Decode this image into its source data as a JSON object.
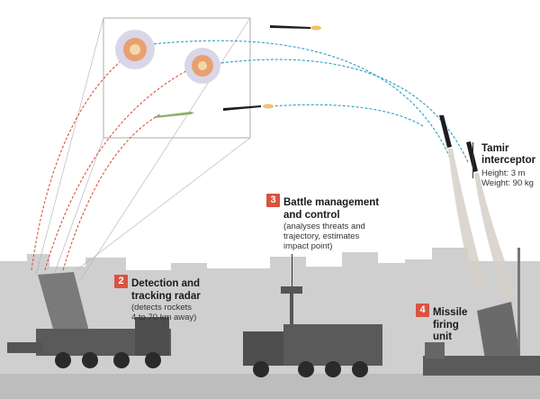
{
  "labels": {
    "step2": {
      "number": "2",
      "title_line1": "Detection and",
      "title_line2": "tracking radar",
      "desc_line1": "(detects rockets",
      "desc_line2": "4 to 70 km away)"
    },
    "step3": {
      "number": "3",
      "title_line1": "Battle management",
      "title_line2": "and control",
      "desc_line1": "(analyses threats and",
      "desc_line2": "trajectory, estimates",
      "desc_line3": "impact point)"
    },
    "step4": {
      "number": "4",
      "title_line1": "Missile",
      "title_line2": "firing",
      "title_line3": "unit"
    },
    "interceptor": {
      "title_line1": "Tamir",
      "title_line2": "interceptor",
      "height": "Height: 3 m",
      "weight": "Weight: 90 kg"
    }
  },
  "colors": {
    "badge": "#d9533f",
    "incoming_path": "#d9533f",
    "interceptor_path": "#2a9ec4",
    "skyline": "#c9c9c9",
    "vehicle": "#4a4a4a"
  }
}
